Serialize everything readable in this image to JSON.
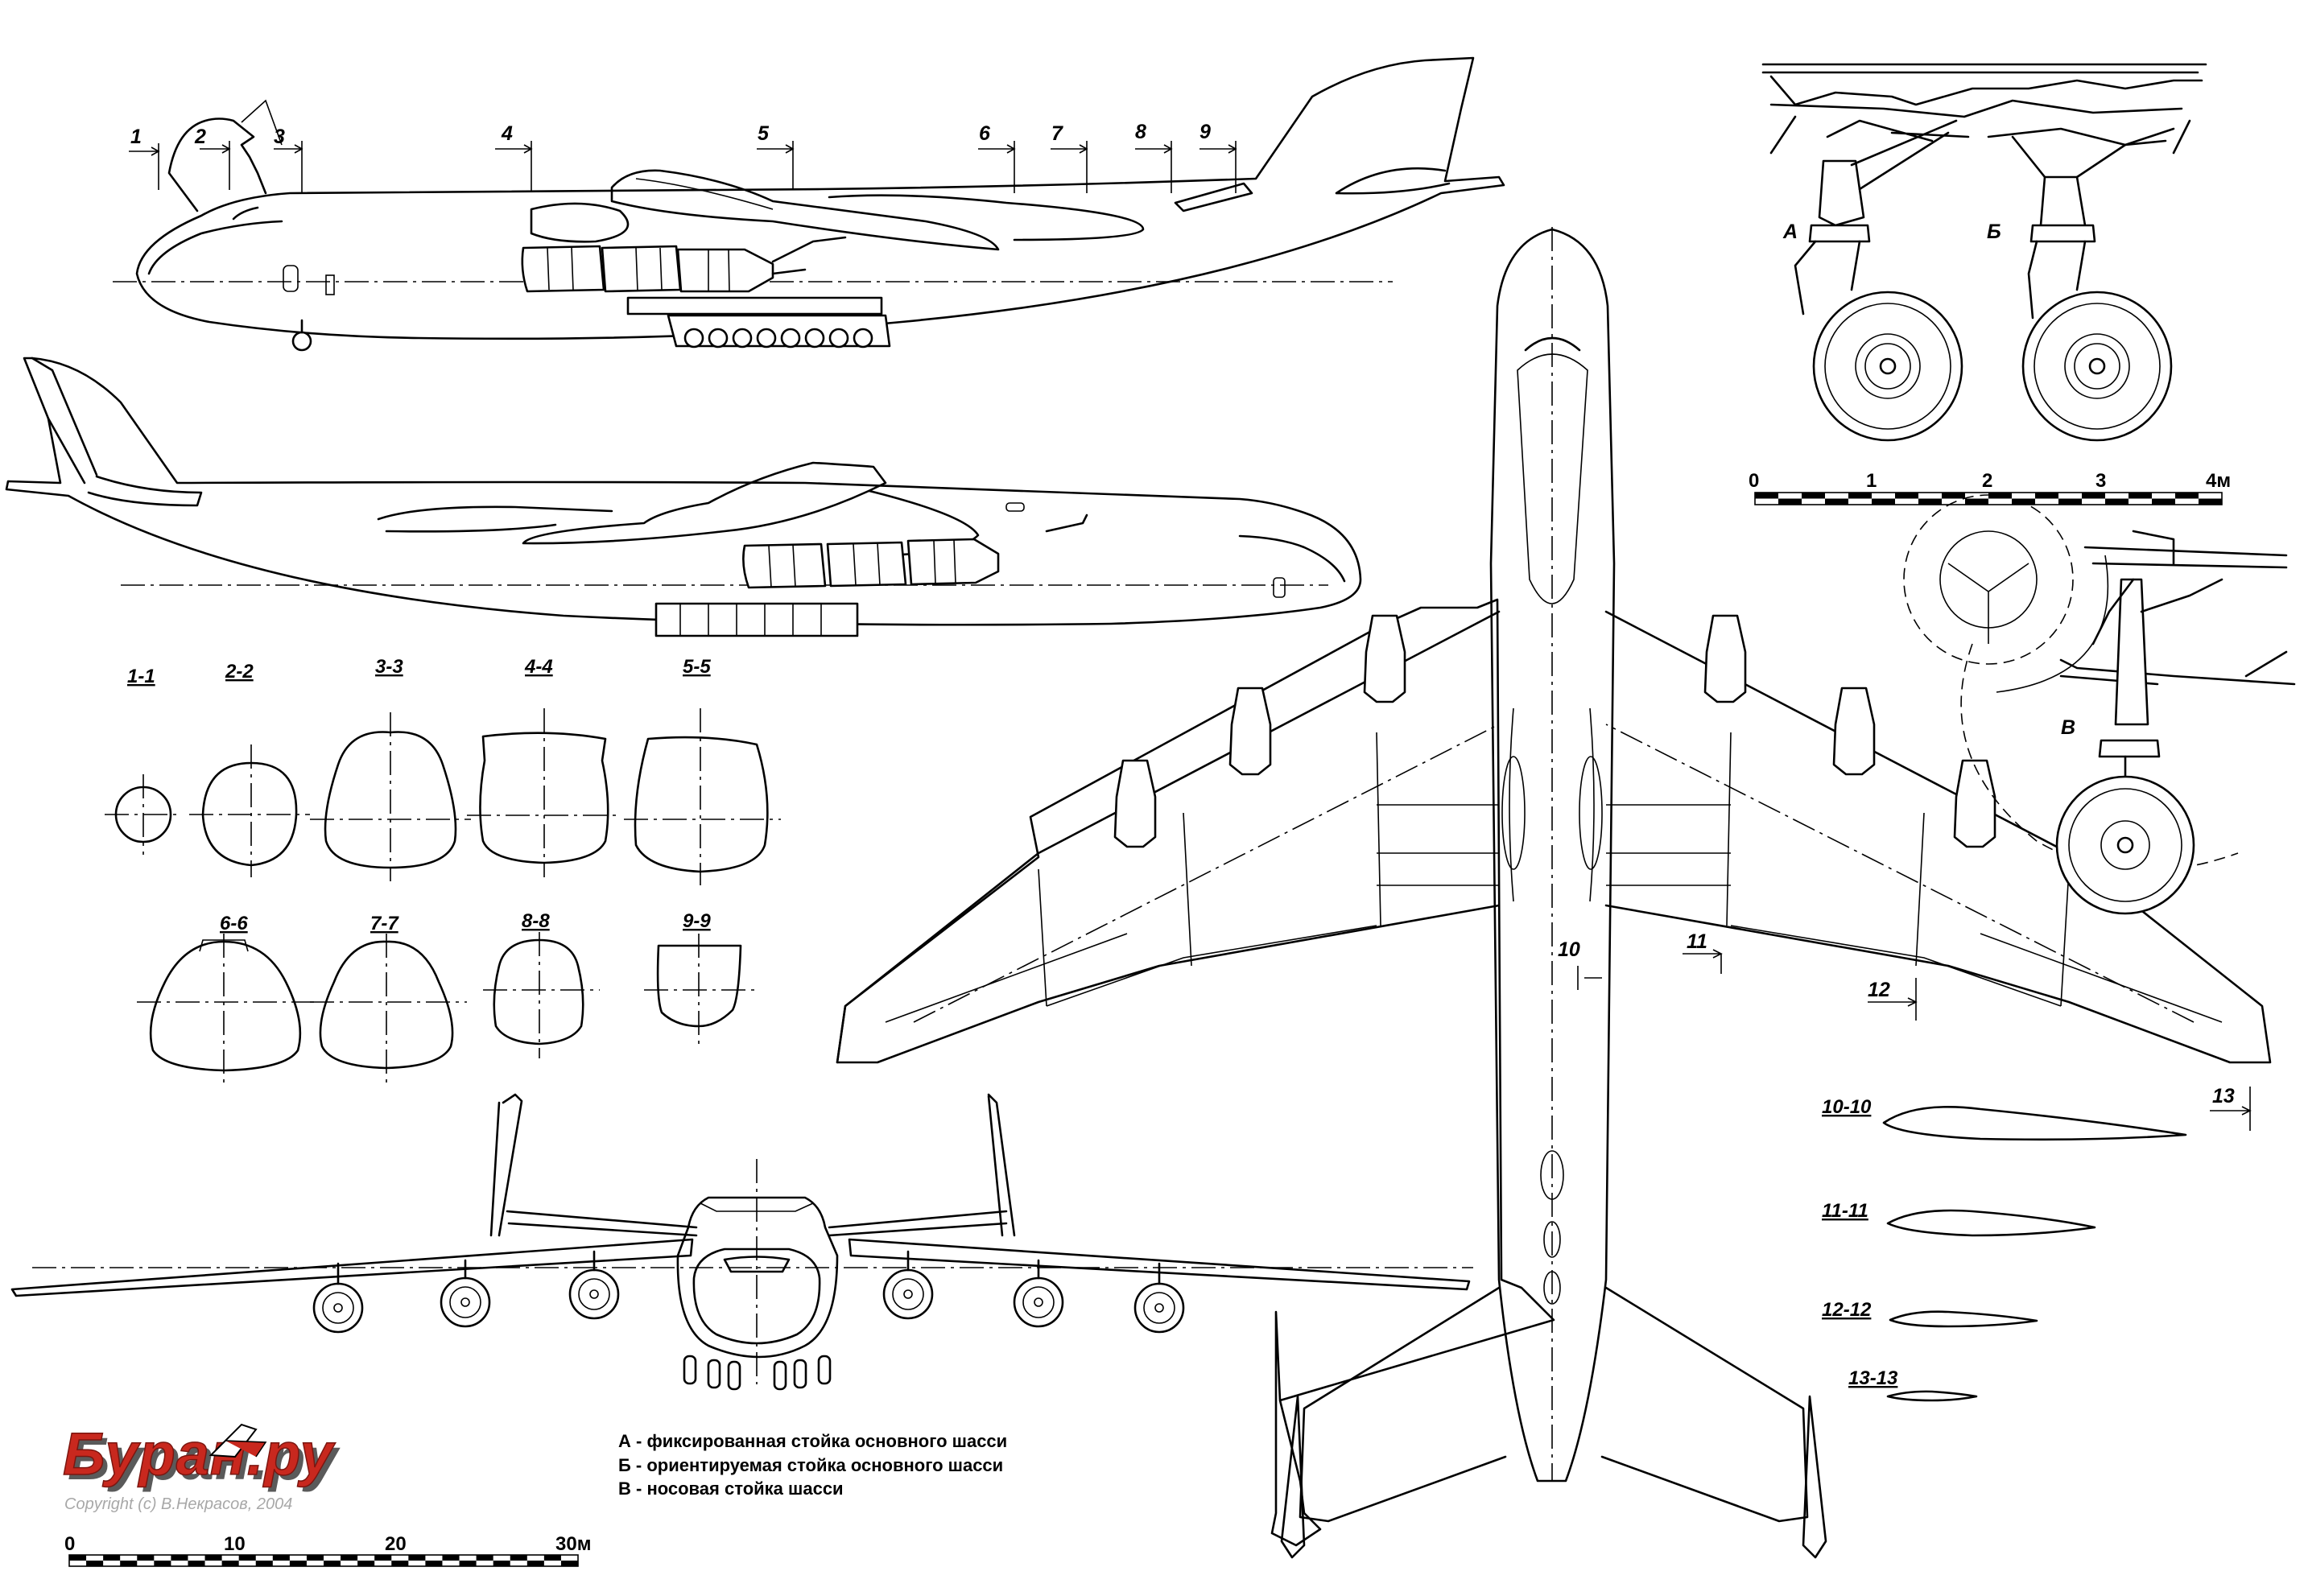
{
  "stations": [
    "1",
    "2",
    "3",
    "4",
    "5",
    "6",
    "7",
    "8",
    "9"
  ],
  "fuselage_sections": [
    "1-1",
    "2-2",
    "3-3",
    "4-4",
    "5-5",
    "6-6",
    "7-7",
    "8-8",
    "9-9"
  ],
  "wing_stations": [
    "10",
    "11",
    "12",
    "13"
  ],
  "wing_sections": [
    "10-10",
    "11-11",
    "12-12",
    "13-13"
  ],
  "gear_labels": [
    "А",
    "Б",
    "В"
  ],
  "legend": [
    "А - фиксированная стойка основного шасси",
    "Б - ориентируемая стойка основного шасси",
    "В - носовая стойка шасси"
  ],
  "small_scale": {
    "ticks": [
      "0",
      "1",
      "2",
      "3",
      "4м"
    ]
  },
  "main_scale": {
    "ticks": [
      "0",
      "10",
      "20",
      "30м"
    ]
  },
  "logo": {
    "text": "Буран.ру"
  },
  "copyright": "Copyright (c) В.Некрасов, 2004",
  "colors": {
    "line": "#000000",
    "logo_red": "#c8281e",
    "logo_shadow": "#5a5a5a",
    "copyright": "#a8a8a8"
  }
}
